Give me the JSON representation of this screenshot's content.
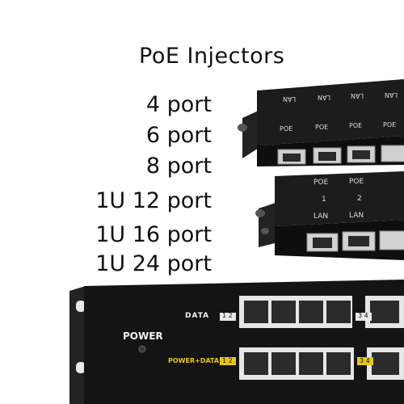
{
  "title": "PoE Injectors",
  "options": [
    "4 port",
    "6 port",
    "8 port",
    "1U 12 port",
    "1U 16 port",
    "1U 24 port"
  ],
  "small_unit": {
    "top_labels": [
      "LAN",
      "LAN",
      "LAN",
      "LAN"
    ],
    "bottom_labels": [
      "POE",
      "POE",
      "POE",
      "POE"
    ]
  },
  "medium_unit": {
    "row1": [
      "POE",
      "POE"
    ],
    "row2": [
      "1",
      "2"
    ],
    "row3": [
      "LAN",
      "LAN"
    ]
  },
  "rack_unit": {
    "power_label": "POWER",
    "data_label": "DATA",
    "data_ports_a": "1 2",
    "data_ports_b": "3 4",
    "power_data_label": "POWER+DATA",
    "power_data_ports_a": "1 2",
    "power_data_ports_b": "3 4"
  },
  "colors": {
    "housing": "#161616",
    "jack": "#d8d8d8",
    "accent_yellow": "#e8c51a",
    "text": "#111111"
  }
}
